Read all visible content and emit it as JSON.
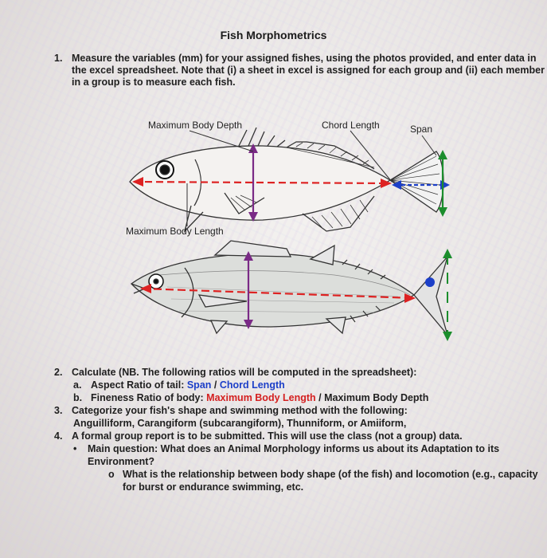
{
  "title": "Fish Morphometrics",
  "item1": {
    "num": "1.",
    "line1": "Measure the variables (mm) for your assigned fishes, using the photos provided, and enter data in",
    "line2": "the excel spreadsheet. Note that (i) a sheet in excel is assigned for each group and (ii) each member",
    "line3": "in a group is to measure each fish."
  },
  "diagram": {
    "label_depth": "Maximum Body Depth",
    "label_chord": "Chord Length",
    "label_span": "Span",
    "label_length": "Maximum Body Length"
  },
  "item2": {
    "num": "2.",
    "text": "Calculate (NB. The following ratios will be computed in the spreadsheet):",
    "a_num": "a.",
    "a_prefix": "Aspect Ratio of tail: ",
    "a_span": "Span",
    "a_sep": " / ",
    "a_chord": "Chord Length",
    "b_num": "b.",
    "b_prefix": "Fineness Ratio of body: ",
    "b_len": "Maximum Body Length",
    "b_sep": " / Maximum Body Depth"
  },
  "item3": {
    "num": "3.",
    "line1": "Categorize your fish's shape and swimming method with the following:",
    "line2": "Anguilliform, Carangiform (subcarangiform), Thunniform, or Amiiform,"
  },
  "item4": {
    "num": "4.",
    "line1": "A formal group report is to be submitted. This will use the class (not a group) data.",
    "bullet": "•",
    "sub1": "Main question: What does an Animal Morphology informs us about its Adaptation to its",
    "sub2": "Environment?",
    "circle": "o",
    "q1": "What is the relationship between body shape (of the fish) and locomotion (e.g., capacity",
    "q2": "for burst or endurance swimming, etc."
  }
}
